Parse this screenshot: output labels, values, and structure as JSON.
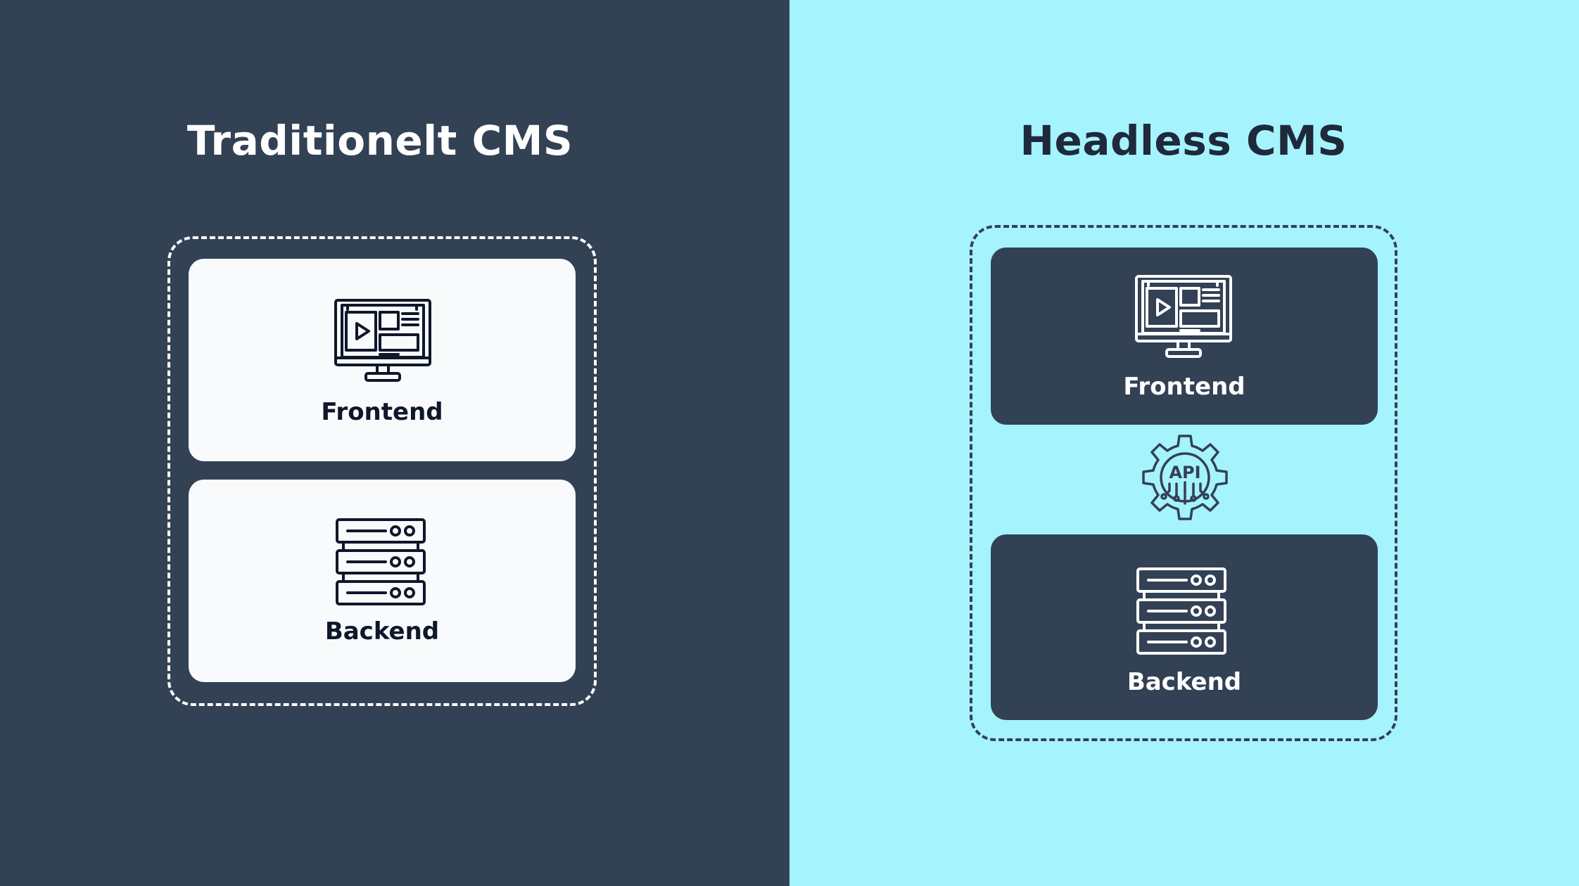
{
  "left": {
    "title": "Traditionelt CMS",
    "frontend": {
      "label": "Frontend",
      "icon": "monitor-icon"
    },
    "backend": {
      "label": "Backend",
      "icon": "server-icon"
    }
  },
  "right": {
    "title": "Headless CMS",
    "frontend": {
      "label": "Frontend",
      "icon": "monitor-icon"
    },
    "api": {
      "label": "API",
      "icon": "api-gear-icon"
    },
    "backend": {
      "label": "Backend",
      "icon": "server-icon"
    }
  },
  "colors": {
    "dark_navy": "#334155",
    "light_cyan": "#a5f3fc",
    "card_light": "#f8fafc",
    "white": "#ffffff"
  }
}
